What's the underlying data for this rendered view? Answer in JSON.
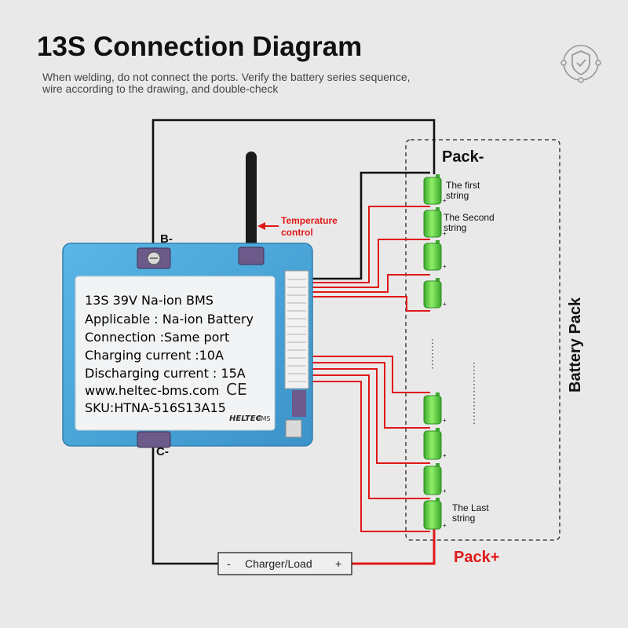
{
  "header": {
    "title": "13S Connection Diagram",
    "subtitle_line1": "When welding, do not connect the ports. Verify the battery series sequence,",
    "subtitle_line2": "wire according to the drawing, and double-check",
    "logo_icon": "shield-icon"
  },
  "labels": {
    "b_minus": "B-",
    "c_minus": "C-",
    "temperature_line1": "Temperature",
    "temperature_line2": "control",
    "pack_minus": "Pack-",
    "pack_plus": "Pack+",
    "battery_pack": "Battery Pack",
    "charger_minus": "-",
    "charger_load": "Charger/Load",
    "charger_plus": "+",
    "first_string_1": "The first",
    "first_string_2": "string",
    "second_string_1": "The Second",
    "second_string_2": "string",
    "last_string_1": "The Last",
    "last_string_2": "string"
  },
  "bms": {
    "line1": "13S 39V Na-ion BMS",
    "line2": "Applicable : Na-ion Battery",
    "line3": "Connection :Same port",
    "line4": "Charging current :10A",
    "line5": "Discharging current : 15A",
    "line6": "www.heltec-bms.com",
    "line7": "SKU:HTNA-516S13A15",
    "ce_mark": "CE",
    "brand": "HELTEC",
    "brand_suffix": "BMS"
  },
  "colors": {
    "wire_black": "#111111",
    "wire_red": "#e01818",
    "board_blue": "#4aa3d6",
    "cell_green": "#6fd64a",
    "label_red": "#e01818"
  }
}
